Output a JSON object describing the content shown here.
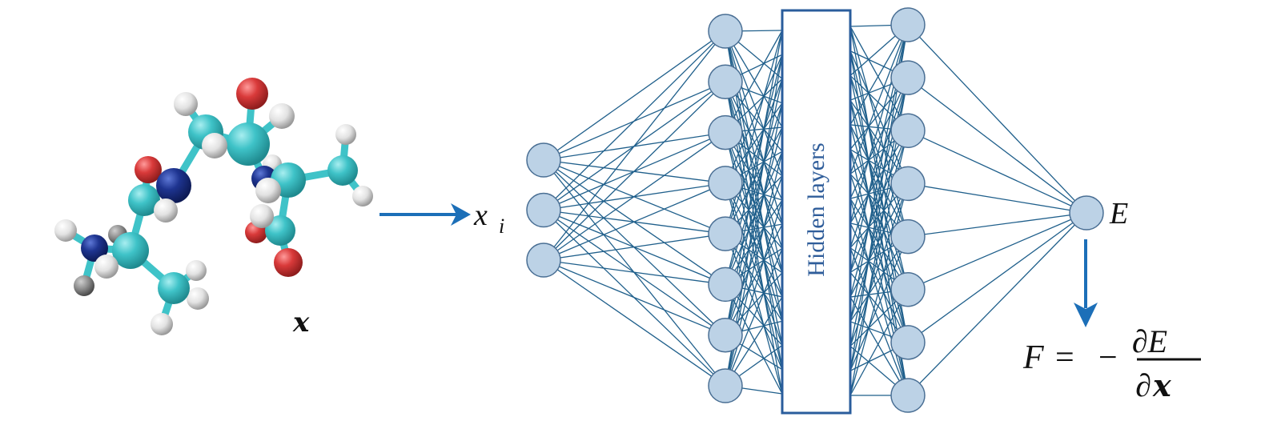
{
  "title": "Neural network potential: molecule coordinates to energy and forces",
  "colors": {
    "connection": "#1f5f8b",
    "node_fill": "#bcd2e6",
    "node_stroke": "#4a6f94",
    "box_stroke": "#2a5d9c",
    "arrow": "#1c6fb8",
    "carbon": "#3fc3c8",
    "oxygen": "#d93a3a",
    "nitrogen": "#1e3490",
    "hydrogen": "#e6e6e6",
    "hydrogen_dark": "#8a8a8a"
  },
  "molecule": {
    "label": "x",
    "description": "3D ball-and-stick molecular structure (peptide)"
  },
  "input_arrow": {
    "target_label": "x",
    "target_subscript": "i"
  },
  "network": {
    "input_nodes": 3,
    "hidden_first_nodes": 8,
    "hidden_last_nodes": 8,
    "output_nodes": 1,
    "hidden_box_label": "Hidden layers",
    "output_label": "E"
  },
  "force_equation": {
    "lhs": "F",
    "equals": "=",
    "minus": "−",
    "numerator": "∂E",
    "denominator_partial": "∂",
    "denominator_var": "x"
  }
}
